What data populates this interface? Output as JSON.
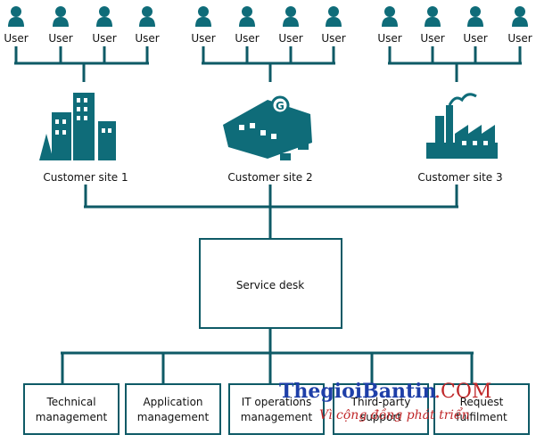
{
  "colors": {
    "line": "#0e5a66",
    "box_border": "#0e5a66",
    "icon": "#0f6c79",
    "wm_blue": "#1e3fa8",
    "wm_red": "#c0282a"
  },
  "user_label": "User",
  "sites": [
    {
      "label": "Customer site 1",
      "icon": "office-buildings-icon"
    },
    {
      "label": "Customer site 2",
      "icon": "retail-store-icon"
    },
    {
      "label": "Customer site 3",
      "icon": "factory-icon"
    }
  ],
  "service_desk": {
    "label": "Service desk"
  },
  "teams": [
    {
      "line1": "Technical",
      "line2": "management"
    },
    {
      "line1": "Application",
      "line2": "management"
    },
    {
      "line1": "IT operations",
      "line2": "management"
    },
    {
      "line1": "Third-party",
      "line2": "support"
    },
    {
      "line1": "Request",
      "line2": "fulfilment"
    }
  ],
  "watermark": {
    "brand": "ThegioiBantin",
    "suffix": ".COM",
    "tagline": "Vì cộng đồng phát triển"
  }
}
